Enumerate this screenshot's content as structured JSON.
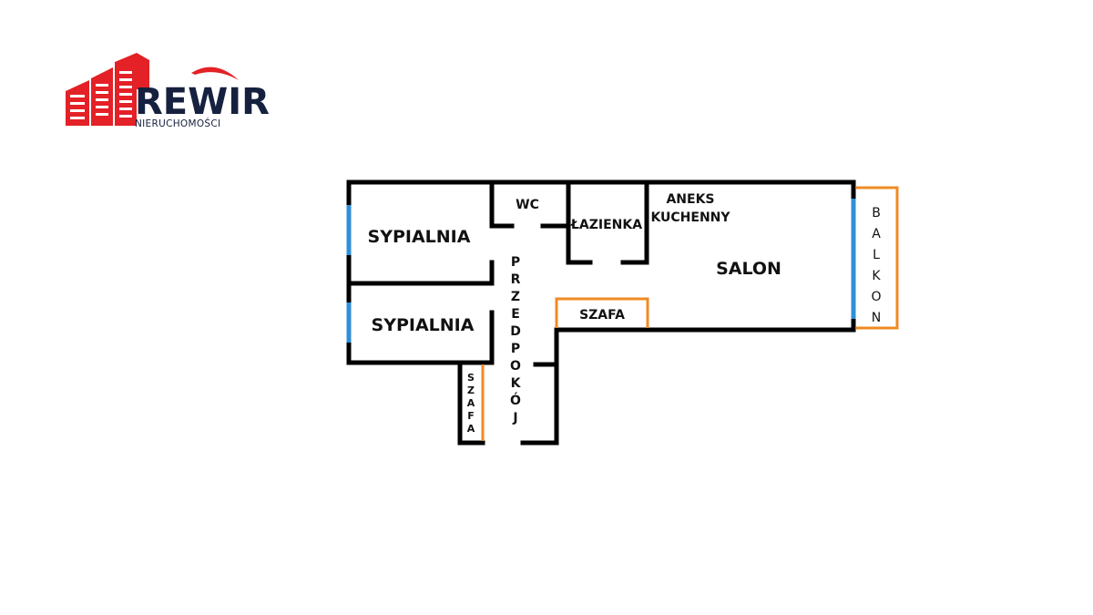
{
  "logo": {
    "name": "REWIR",
    "subtitle": "NIERUCHOMOŚCI",
    "colors": {
      "brand_red": "#e32126",
      "brand_navy": "#16213f"
    }
  },
  "rooms": {
    "bedroom_top": "SYPIALNIA",
    "bedroom_bottom": "SYPIALNIA",
    "wc": "WC",
    "bathroom": "ŁAZIENKA",
    "kitchenette_line1": "ANEKS",
    "kitchenette_line2": "KUCHENNY",
    "living_room": "SALON",
    "wardrobe": "SZAFA",
    "wardrobe_small": "SZAFA",
    "hallway": "PRZEDPOKÓJ",
    "balcony": "BALKON"
  },
  "colors": {
    "wall": "#000000",
    "window": "#2f8fd8",
    "furniture": "#f08a24"
  }
}
